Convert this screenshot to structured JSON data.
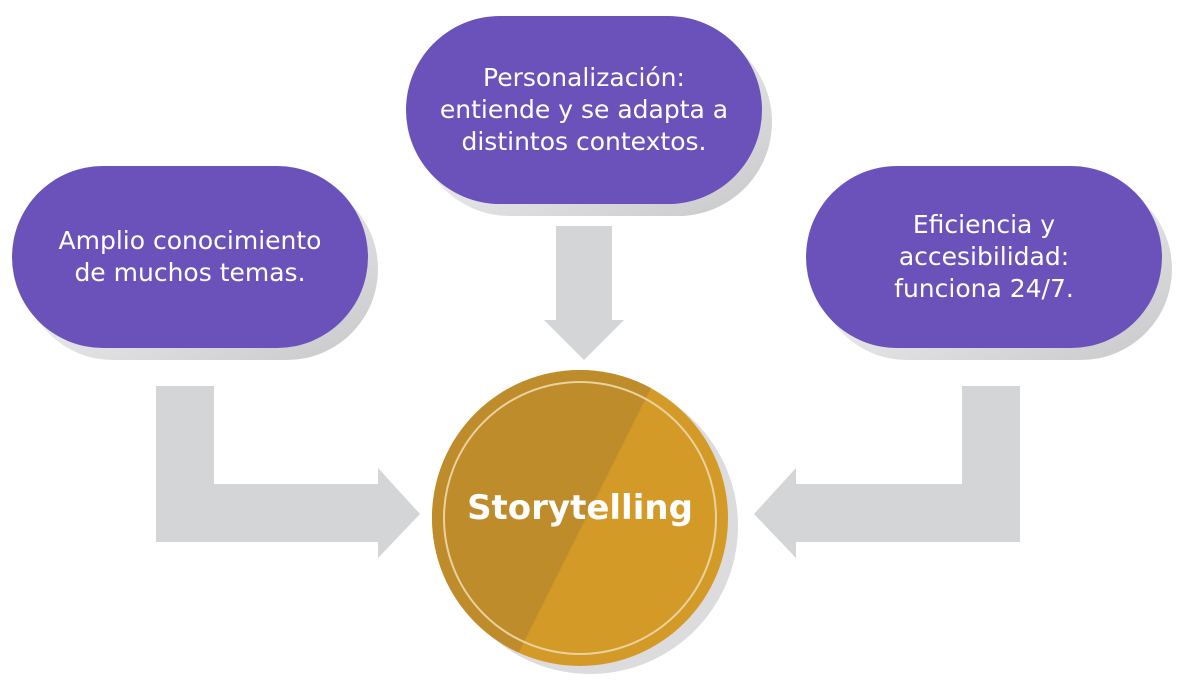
{
  "diagram": {
    "center": {
      "label": "Storytelling"
    },
    "nodes": [
      {
        "id": "left",
        "text": "Amplio conocimiento\nde muchos temas."
      },
      {
        "id": "top",
        "text": "Personalización:\nentiende y se adapta a\ndistintos contextos."
      },
      {
        "id": "right",
        "text": "Eficiencia y\naccesibilidad:\nfunciona 24/7."
      }
    ]
  },
  "colors": {
    "node_fill": "#6b52bb",
    "node_shadow": "#d6d6d8",
    "arrow": "#d4d5d7",
    "circle_fill": "#d49a28",
    "circle_dark": "#bb8a2b",
    "circle_ring": "#e9d2a0",
    "text": "#ffffff"
  }
}
